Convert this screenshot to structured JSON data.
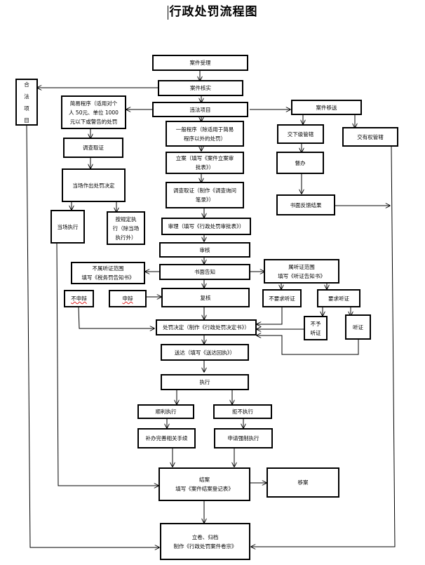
{
  "title": "行政处罚流程图",
  "nodes": {
    "case_accept": "案件受理",
    "case_verify": "案件核实",
    "illegal_item": "违法项目",
    "legal_item": "合\n法\n项\n目",
    "simple_procedure": "简易程序（适用对个\n人 50元、单位 1000\n元以下或警告的处罚",
    "case_transfer": "案件移送",
    "general_procedure": "一般程序（除适用于简易\n程序以外的处罚）",
    "transfer_lower": "交下级管辖",
    "transfer_jurisdiction": "交有权管辖",
    "investigate_simple": "调查取证",
    "file_case": "立案（填写《案件立案审\n批表》）",
    "supervise": "督办",
    "onsite_decision": "当场作出处罚决定",
    "investigate_general": "调查取证（制作《调查询问\n笔录》）",
    "written_feedback": "书面反馈结果",
    "onsite_execute": "当场执行",
    "execute_by_rule": "按规定执\n行（除当场\n执行外）",
    "review_fill": "审理（填写《行政处罚审批表》）",
    "examine": "审核",
    "not_hearing_scope": "不属听证范围\n填写《税务罚告知书》",
    "written_notice": "书面告知",
    "hearing_scope": "属听证范围\n填写《听证告知书》",
    "no_defense": "不申辩",
    "defense": "申辩",
    "recheck": "复核",
    "no_hearing_request": "不要求听证",
    "request_hearing": "要求听证",
    "not_granted_hearing": "不予\n听证",
    "hearing": "听证",
    "penalty_decision": "处罚决定（制作《行政处罚决定书》）",
    "serve": "送达（填写《送达回执》）",
    "execute": "执行",
    "smooth_execute": "顺利执行",
    "refuse_execute": "拒不执行",
    "complete_procedures": "补办完善相关手续",
    "apply_enforcement": "申请强制执行",
    "close_case": "结案\n填写《案件结案登记表》",
    "transfer_case": "移案",
    "archive": "立卷、归档\n制作《行政处罚案件卷宗》"
  }
}
